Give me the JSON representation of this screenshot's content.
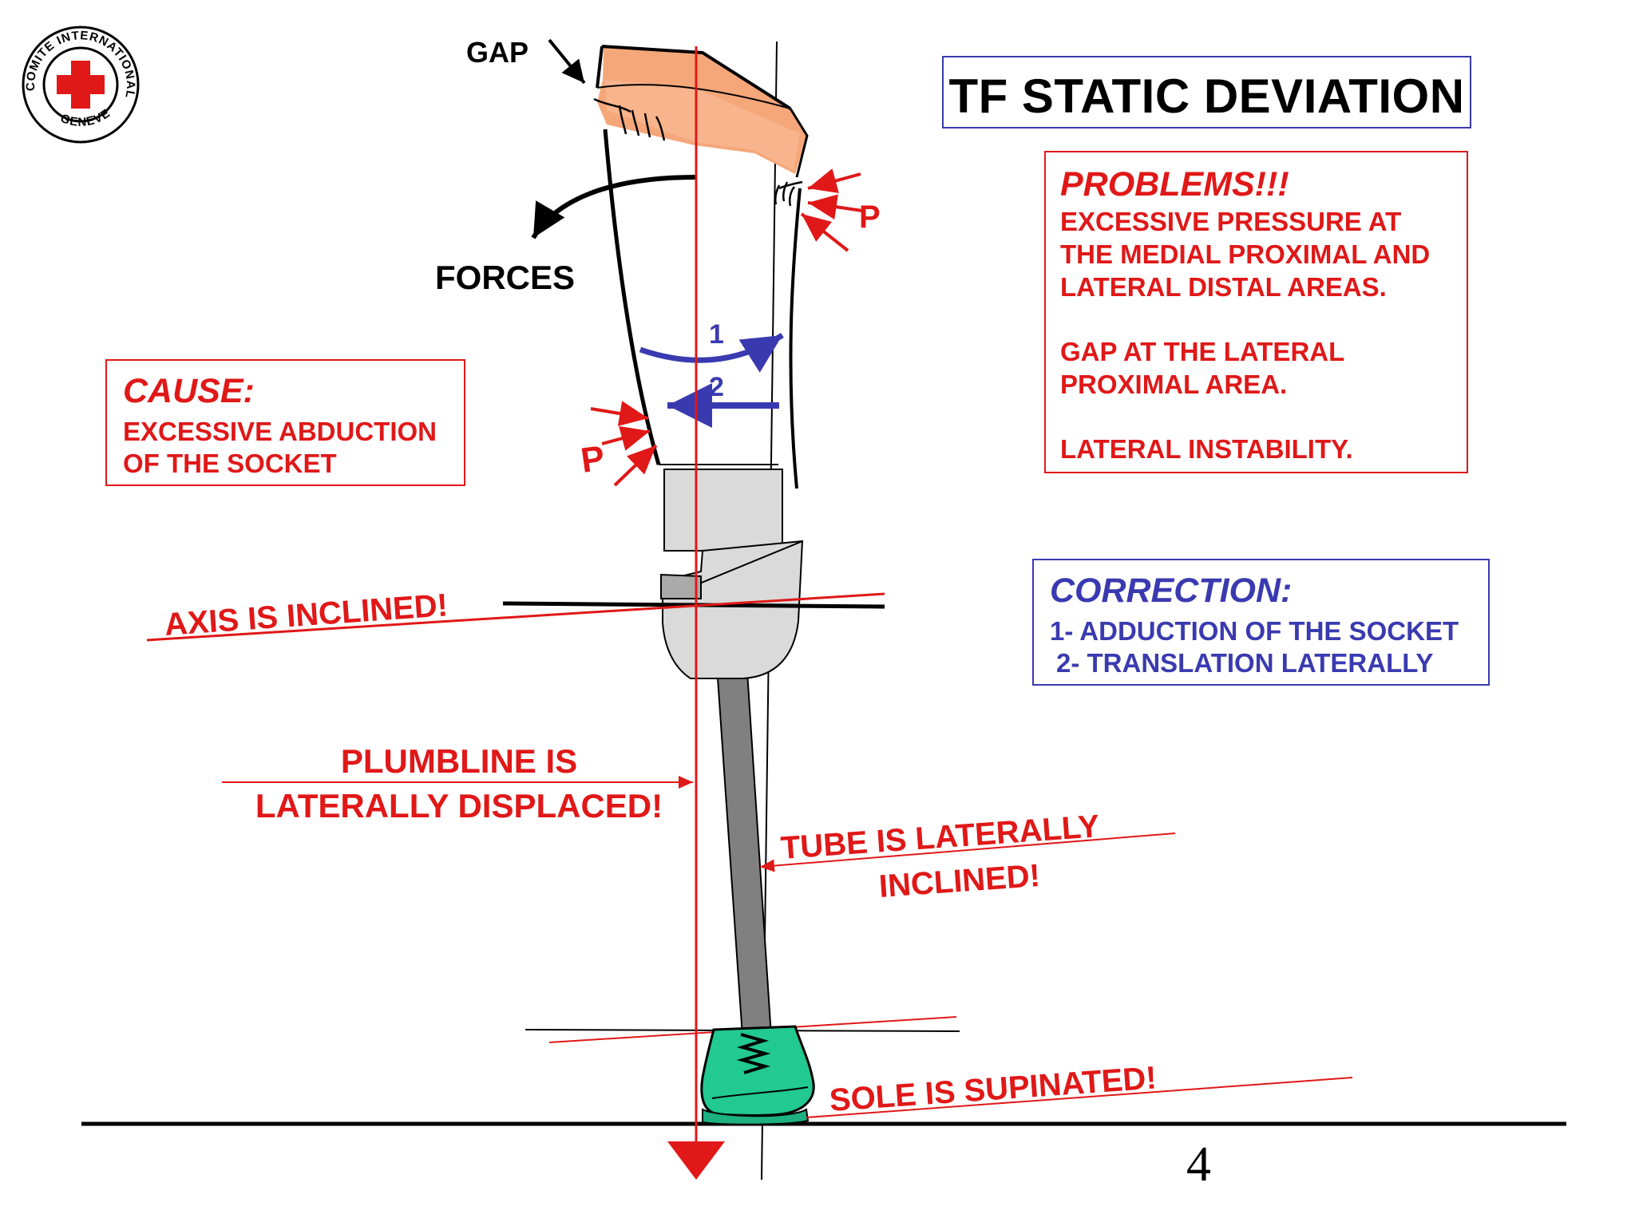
{
  "logo": {
    "text": "COMITE INTERNATIONAL GENEVE",
    "emblem": "red-cross-icon",
    "color_cross": "#e01818"
  },
  "title": "TF STATIC DEVIATION",
  "labels": {
    "gap": "GAP",
    "forces": "FORCES",
    "pressure_top": "P",
    "pressure_bottom": "P",
    "rotation_1": "1",
    "translation_2": "2"
  },
  "problems": {
    "heading": "PROBLEMS!!!",
    "lines": [
      "EXCESSIVE PRESSURE AT",
      "THE MEDIAL PROXIMAL AND",
      "LATERAL DISTAL AREAS.",
      "GAP AT THE LATERAL",
      "PROXIMAL AREA.",
      "LATERAL INSTABILITY."
    ]
  },
  "cause": {
    "heading": "CAUSE:",
    "lines": [
      "EXCESSIVE ABDUCTION",
      "OF THE SOCKET"
    ]
  },
  "correction": {
    "heading": "CORRECTION:",
    "lines": [
      "1- ADDUCTION OF THE SOCKET",
      "2- TRANSLATION LATERALLY"
    ]
  },
  "annotations": {
    "axis": "AXIS IS INCLINED!",
    "plumbline_1": "PLUMBLINE IS",
    "plumbline_2": "LATERALLY DISPLACED!",
    "tube_1": "TUBE IS LATERALLY",
    "tube_2": "INCLINED!",
    "sole": "SOLE IS SUPINATED!"
  },
  "page_number": "4",
  "colors": {
    "warning_red": "#e01818",
    "correction_blue": "#3a3ab0",
    "socket_brim": "#f5a77a",
    "foot": "#22c990",
    "pylon": "#808080",
    "adapter": "#dadada"
  }
}
